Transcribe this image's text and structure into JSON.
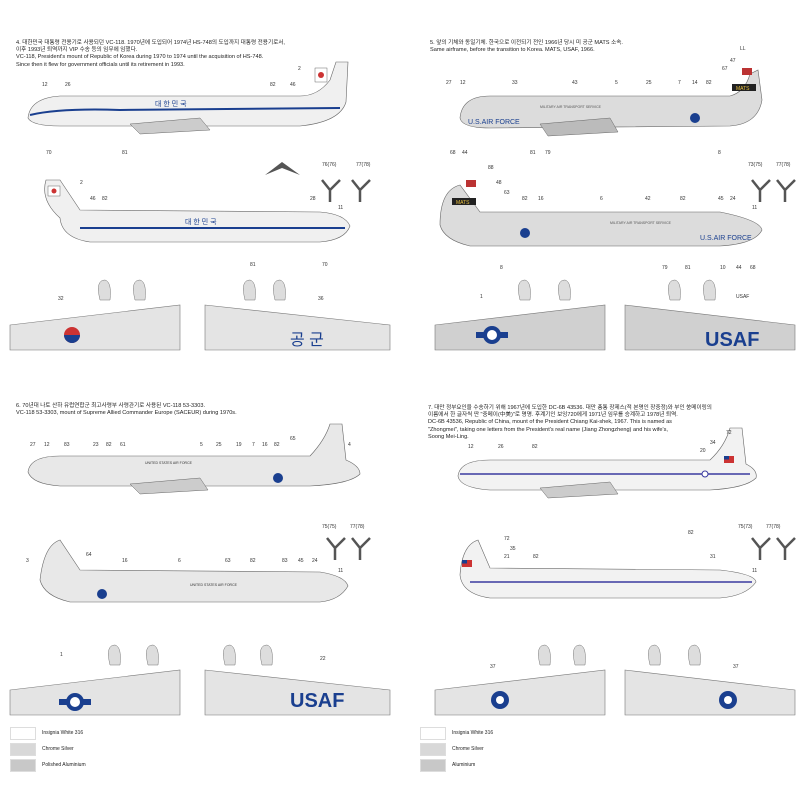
{
  "panels": [
    {
      "number": "4.",
      "lines": [
        "4. 대한민국 대통령 전용기로 사용되던 VC-118. 1970년에 도입되어 1974년 HS-748의 도입까지 대통령 전용기로서,",
        "이후 1993년 퇴역까지 VIP 수송 등의 임무에 임했다.",
        "VC-118, President's mount of Republic of Korea during 1970 to 1974 until the acquisition of HS-748.",
        "Since then it flew for government officials until its retirement in 1993."
      ],
      "fuselage_text": "대 한 민 국",
      "wing_text": "공 군"
    },
    {
      "number": "5.",
      "lines": [
        "5. 앞의 기체와 동일기체. 한국으로 이전되기 전인 1966년 당시 미 공군 MATS 소속.",
        "Same airframe, before the transition to Korea. MATS, USAF, 1966."
      ],
      "fuselage_text": "U.S.AIR FORCE",
      "service_text": "MILITARY AIR TRANSPORT SERVICE",
      "tail_text": "MATS",
      "wing_text": "USAF"
    },
    {
      "number": "6.",
      "lines": [
        "6. 70년대 나토 산하 유럽연합군 최고사령부 사령관기로 사용된 VC-118 53-3303.",
        "VC-118 53-3303, mount of Supreme Allied Commander Europe (SACEUR) during 1970s."
      ],
      "fuselage_text": "UNITED STATES AIR FORCE",
      "wing_text": "USAF"
    },
    {
      "number": "7.",
      "lines": [
        "7. 대만 정부요인을 수송하기 위해 1967년에 도입한 DC-6B 43536. 대만 총통 장제스(적 본명인 장중정)와 부인 쑹메이링의",
        "이름에서 한 글자씩 딴 \"중메이(中美)\"로 명명. 후계기인 보잉720에게 1971년 임무를 승계하고 1978년 퇴역.",
        "DC-6B 43536, Republic of China, mount of the President Chiang Kai-shek, 1967. This is named as",
        "\"Zhongmei\", taking one letters from the President's real name (Jiang Zhongzheng) and his wife's,",
        "Soong Mei-Ling."
      ]
    }
  ],
  "legend_left": [
    "Insignia White 316",
    "Chrome Silver",
    "Polished Aluminium"
  ],
  "legend_right": [
    "Insignia White 316",
    "Chrome Silver",
    "Aluminium"
  ],
  "callouts": {
    "p4_top": [
      "12",
      "26",
      "82",
      "46",
      "2"
    ],
    "p4_bottom": [
      "70",
      "81"
    ],
    "p4_side2": [
      "2",
      "46",
      "82",
      "28",
      "11",
      "81",
      "70"
    ],
    "p4_wing": [
      "32",
      "36"
    ],
    "p4_prop": [
      "76(76)",
      "77(78)"
    ],
    "p5_top": [
      "27",
      "12",
      "33",
      "43",
      "5",
      "25",
      "7",
      "14",
      "82",
      "67",
      "47",
      "LL"
    ],
    "p5_bottom": [
      "68",
      "44",
      "81",
      "79",
      "8"
    ],
    "p5_side2": [
      "88",
      "48",
      "63",
      "82",
      "16",
      "6",
      "42",
      "82",
      "45",
      "24",
      "11"
    ],
    "p5_side2_bottom": [
      "8",
      "79",
      "81",
      "10",
      "44",
      "68"
    ],
    "p5_wing": [
      "1",
      "USAF"
    ],
    "p5_prop": [
      "73(75)",
      "77(78)"
    ],
    "p6_top": [
      "27",
      "12",
      "83",
      "23",
      "82",
      "61",
      "5",
      "25",
      "19",
      "7",
      "16",
      "82",
      "65",
      "4"
    ],
    "p6_side2": [
      "3",
      "64",
      "16",
      "6",
      "63",
      "82",
      "83",
      "45",
      "24",
      "11"
    ],
    "p6_wing": [
      "1",
      "22"
    ],
    "p6_prop": [
      "75(75)",
      "77(78)"
    ],
    "p7_top": [
      "12",
      "26",
      "82",
      "72",
      "34",
      "20"
    ],
    "p7_side2": [
      "72",
      "35",
      "21",
      "82",
      "82",
      "31",
      "11"
    ],
    "p7_wing": [
      "37",
      "37"
    ],
    "p7_prop": [
      "75(73)",
      "77(78)"
    ]
  }
}
